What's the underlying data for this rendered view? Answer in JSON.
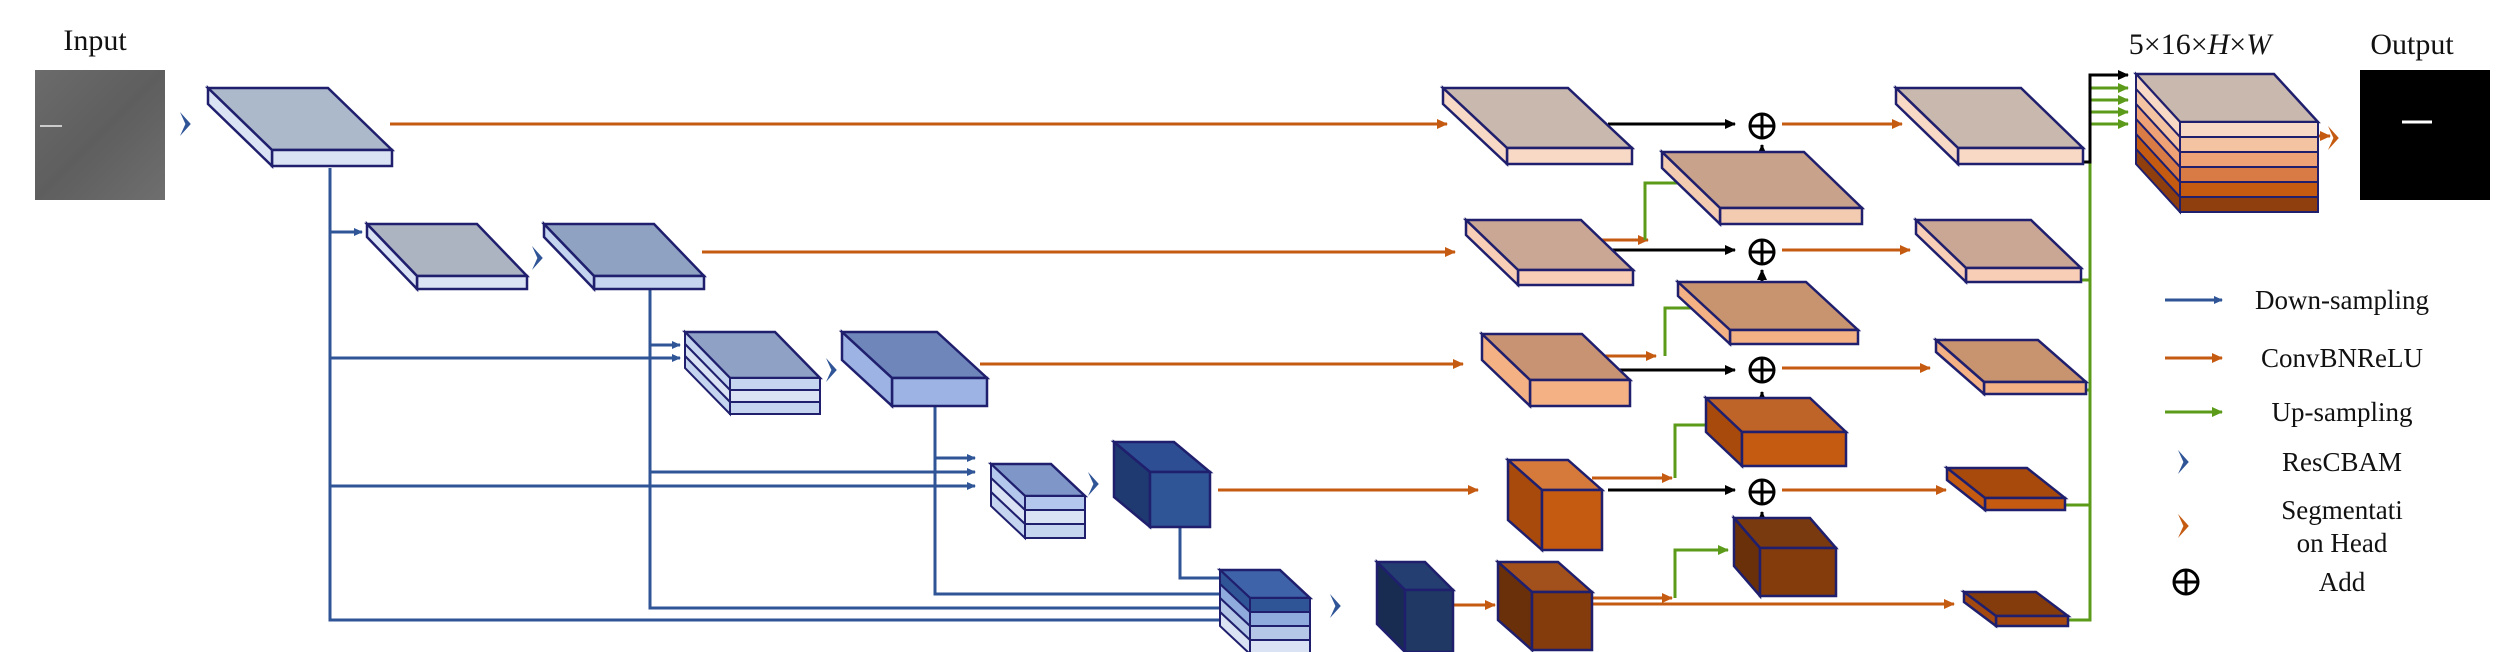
{
  "labels": {
    "input": "Input",
    "output": "Output",
    "shape_prefix": "5×16×",
    "shape_h": "H",
    "shape_times": "×",
    "shape_w": "W"
  },
  "legend": [
    {
      "kind": "arrow",
      "color": "#2f5597",
      "label_lines": [
        "Down-sampling"
      ]
    },
    {
      "kind": "arrow",
      "color": "#c55a11",
      "label_lines": [
        "ConvBNReLU"
      ]
    },
    {
      "kind": "arrow",
      "color": "#5b9b19",
      "label_lines": [
        "Up-sampling"
      ]
    },
    {
      "kind": "chevron",
      "color": "#2f5597",
      "label_lines": [
        "ResCBAM"
      ]
    },
    {
      "kind": "chevron",
      "color": "#c55a11",
      "label_lines": [
        "Segmentati",
        "on Head"
      ]
    },
    {
      "kind": "add",
      "color": "#000000",
      "label_lines": [
        "Add"
      ]
    }
  ],
  "colors": {
    "down": "#2f5597",
    "conv": "#c55a11",
    "up": "#5b9b19",
    "add": "#000000",
    "outline": "#1f1f6e"
  }
}
